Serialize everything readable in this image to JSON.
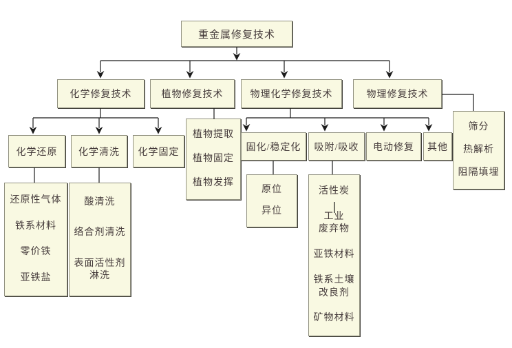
{
  "diagram": {
    "title": "重金属修复技术分类图",
    "colors": {
      "box_fill": "#f9f9e2",
      "box_border": "#90907f",
      "line": "#1c1c1c",
      "text": "#463c3c",
      "background": "#ffffff"
    },
    "nodes": {
      "root": {
        "label": "重金属修复技术"
      },
      "chemical": {
        "label": "化学修复技术"
      },
      "phyto": {
        "label": "植物修复技术"
      },
      "physchem": {
        "label": "物理化学修复技术"
      },
      "physical": {
        "label": "物理修复技术"
      },
      "chem_reduction": {
        "label": "化学还原"
      },
      "chem_washing": {
        "label": "化学清洗"
      },
      "chem_fixation": {
        "label": "化学固定"
      },
      "phyto_methods": {
        "lines": [
          "植物提取",
          "植物固定",
          "植物发挥"
        ]
      },
      "solidification": {
        "label": "固化/稳定化"
      },
      "adsorption": {
        "label": "吸附/吸收"
      },
      "electrokinetic": {
        "label": "电动修复"
      },
      "other": {
        "label": "其他"
      },
      "physical_methods": {
        "lines": [
          "筛分",
          "热解析",
          "阻隔填埋"
        ]
      },
      "reduction_agents": {
        "lines": [
          "还原性气体",
          "铁系材料",
          "零价铁",
          "亚铁盐"
        ]
      },
      "washing_agents": {
        "lines": [
          "酸清洗",
          "络合剂清洗",
          "表面活性剂\n淋洗"
        ]
      },
      "insitu_exsitu": {
        "lines": [
          "原位",
          "异位"
        ]
      },
      "adsorbents": {
        "lines": [
          "活性炭",
          "工业\n废弃物",
          "亚铁材料",
          "铁系土壤\n改良剂",
          "矿物材料"
        ]
      }
    }
  }
}
